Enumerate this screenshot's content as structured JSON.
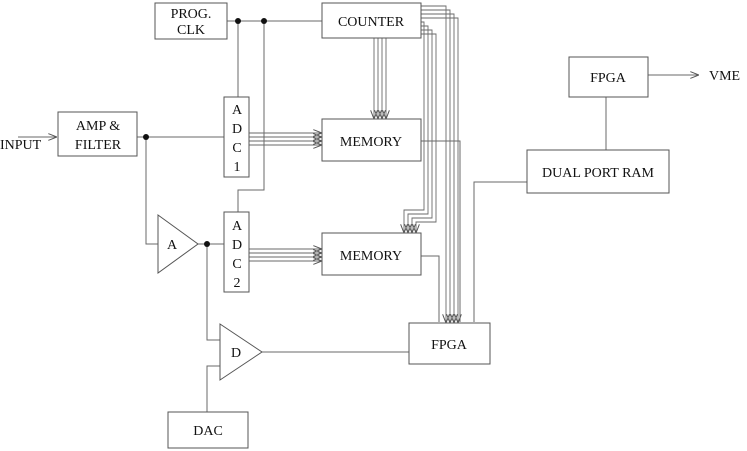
{
  "diagram": {
    "blocks": {
      "prog_clk": [
        "PROG.",
        "CLK"
      ],
      "counter": "COUNTER",
      "amp_filter": [
        "AMP &",
        "FILTER"
      ],
      "adc1": [
        "A",
        "D",
        "C",
        "1"
      ],
      "adc2": [
        "A",
        "D",
        "C",
        "2"
      ],
      "memory1": "MEMORY",
      "memory2": "MEMORY",
      "fpga_top": "FPGA",
      "dual_port_ram": "DUAL PORT RAM",
      "fpga_bottom": "FPGA",
      "amp_a": "A",
      "comp_d": "D",
      "dac": "DAC"
    },
    "labels": {
      "input": "INPUT",
      "vme": "VME"
    }
  }
}
